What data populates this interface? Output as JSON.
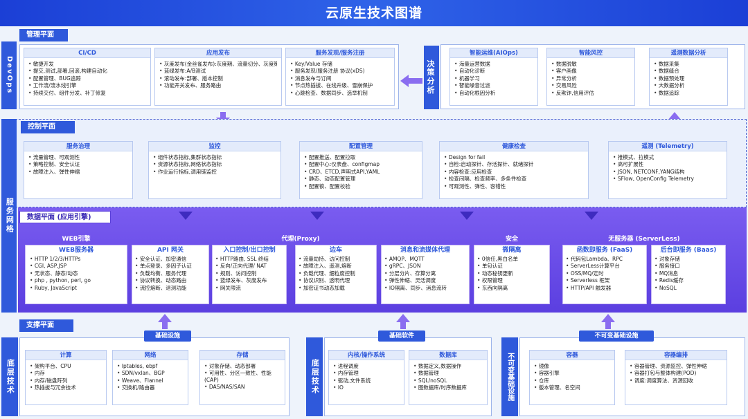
{
  "title": "云原生技术图谱",
  "mgmt": {
    "header": "管理平面",
    "side": "DevOps",
    "cards": [
      {
        "title": "CI/CD",
        "items": [
          "敏捷开发",
          "提交,测试,部署,回滚,构建自动化",
          "配置管理、BUG追踪",
          "工作流/流水线引擎",
          "持续交付、组件分发、补丁修复"
        ]
      },
      {
        "title": "应用发布",
        "items": [
          "灰度发布(金丝雀发布):灰度期、流量切分、灰度策略",
          "蓝绿发布:A/B测试",
          "滚动发布:部署、版本控制",
          "功能开关发布、服务路由"
        ]
      },
      {
        "title": "服务发现/服务注册",
        "items": [
          "Key/Value 存储",
          "服务发现/服务注册 协议(xDS)",
          "消息发布与订阅",
          "节点热插拔、在线升级、雪崩保护",
          "心跳检查、数据同步、选举机制"
        ]
      }
    ],
    "decision_label": "决策分析",
    "decision_cards": [
      {
        "title": "智能运维(AIOps)",
        "items": [
          "海量运营数据",
          "自动化诊断",
          "机器学习",
          "智能噪音过滤",
          "自动化根因分析"
        ]
      },
      {
        "title": "智能风控",
        "items": [
          "数据脱敏",
          "客户画像",
          "异常分析",
          "交易风险",
          "反欺诈,信用评估"
        ]
      },
      {
        "title": "遥测数据分析",
        "items": [
          "数据采集",
          "数据缝合",
          "数据预处理",
          "大数据分析",
          "数据追踪"
        ]
      }
    ]
  },
  "control": {
    "header": "控制平面",
    "side": "服务网格",
    "cards": [
      {
        "title": "服务治理",
        "items": [
          "流量管理、可观测性",
          "策略控制、安全认证",
          "故障注入、弹性伸缩"
        ]
      },
      {
        "title": "监控",
        "items": [
          "组件状态指标,集群状态指标",
          "资源状态指标,网络状态指标",
          "作业运行指标,调用链监控"
        ]
      },
      {
        "title": "配置管理",
        "items": [
          "配置推送、配置拉取",
          "配置中心:仪表盘、configmap",
          "CRD、ETCD,声明式API,YAML",
          "静态、动态配置管理",
          "配置锁、配置校验"
        ]
      },
      {
        "title": "健康检查",
        "items": [
          "Design for fail",
          "自检:启动探针、存活探针、就绪探针",
          "内容检查:应用检查",
          "检查间隔、检查频率、多条件检查",
          "可观测性、弹性、容错性"
        ]
      },
      {
        "title": "遥测 (Telemetry)",
        "items": [
          "推模式、拉模式",
          "高可扩展性",
          "JSON, NETCONF,YANG结构",
          "SFlow, OpenConfig Telemetry"
        ]
      }
    ]
  },
  "data": {
    "header": "数据平面 (应用引擎)",
    "groups": [
      {
        "title": "WEB引擎",
        "sub": "WEB服务器",
        "items": [
          "HTTP 1/2/3/HTTPs",
          "CGI, ASP,JSP",
          "无状态、静态/动态",
          "php , python, perl, go",
          "Ruby, JavaScript"
        ]
      },
      {
        "title": "代理(Proxy)",
        "cards": [
          {
            "sub": "API 网关",
            "items": [
              "安全认证、加密通信",
              "单点登录、多因子认证",
              "负载均衡、服务代理",
              "协议转换、动态路由",
              "流控熔断、退测功能"
            ]
          },
          {
            "sub": "入口控制/出口控制",
            "items": [
              "HTTP路由, SSL 终结",
              "反向/正向代理/ NAT",
              "规则、访问控制",
              "蓝绿发布、灰度发布",
              "网关限流"
            ]
          },
          {
            "sub": "边车",
            "items": [
              "流量劫持、访问控制",
              "故障注入、遥测,熔断",
              "负载代理、细粒度控制",
              "协议识别、透明代理",
              "加密证书动态加载"
            ]
          },
          {
            "sub": "消息和流媒体代理",
            "items": [
              "AMQP、MQTT",
              "gRPC、JSON",
              "分层分片、存算分离",
              "弹性伸缩、灵活调度",
              "IO隔离、同步、消息流转"
            ]
          }
        ]
      },
      {
        "title": "安全",
        "sub": "微隔离",
        "items": [
          "0信任,黑白名单",
          "单包认证",
          "动态秘钥更新",
          "权限管理",
          "东西向隔离"
        ]
      },
      {
        "title": "无服务器 (ServerLess)",
        "cards": [
          {
            "sub": "函数即服务 (FaaS)",
            "items": [
              "代码包Lambda、RPC",
              "ServerLess计算平台",
              "OSS/MQ/定时",
              "Serverless 框架",
              "HTTP/API 触发器"
            ]
          },
          {
            "sub": "后台即服务 (Baas)",
            "items": [
              "对象存储",
              "服务接口",
              "MQ消息",
              "Redis缓存",
              "NoSQL"
            ]
          }
        ]
      }
    ]
  },
  "support": {
    "header": "支撑平面",
    "side": "底层技术",
    "infra": {
      "label": "基础设施",
      "cards": [
        {
          "title": "计算",
          "items": [
            "架构平台、CPU",
            "内存",
            "内存/磁盘阵列",
            "热插拔与冗余技术"
          ]
        },
        {
          "title": "网络",
          "items": [
            "Iptables, ebpf",
            "SDN/vxlan、BGP",
            "Weave、Flannel",
            "交换机/路由器"
          ]
        },
        {
          "title": "存储",
          "items": [
            "对象存储、动态部署",
            "可用性、分区一致性、性能(CAP)",
            "DAS/NAS/SAN"
          ]
        }
      ]
    },
    "software": {
      "label": "基础软件",
      "side": "底层技术",
      "cards": [
        {
          "title": "内核/操作系统",
          "items": [
            "进程调度",
            "内存管理",
            "驱动,文件系统",
            "IO"
          ]
        },
        {
          "title": "数据库",
          "items": [
            "数据定义,数据操作",
            "数据管理",
            "SQL/noSQL",
            "图数据库/时序数据库"
          ]
        }
      ]
    },
    "immutable": {
      "label": "不可变基础设施",
      "side": "不可变基础设施",
      "cards": [
        {
          "title": "容器",
          "items": [
            "镜像",
            "容器引擎",
            "仓库",
            "版本管理、名空间"
          ]
        },
        {
          "title": "容器编排",
          "items": [
            "容器管理、资源监控、弹性伸缩",
            "容器打包与整体构建(POD)",
            "调度:调度算法、资源回收"
          ]
        }
      ]
    }
  }
}
